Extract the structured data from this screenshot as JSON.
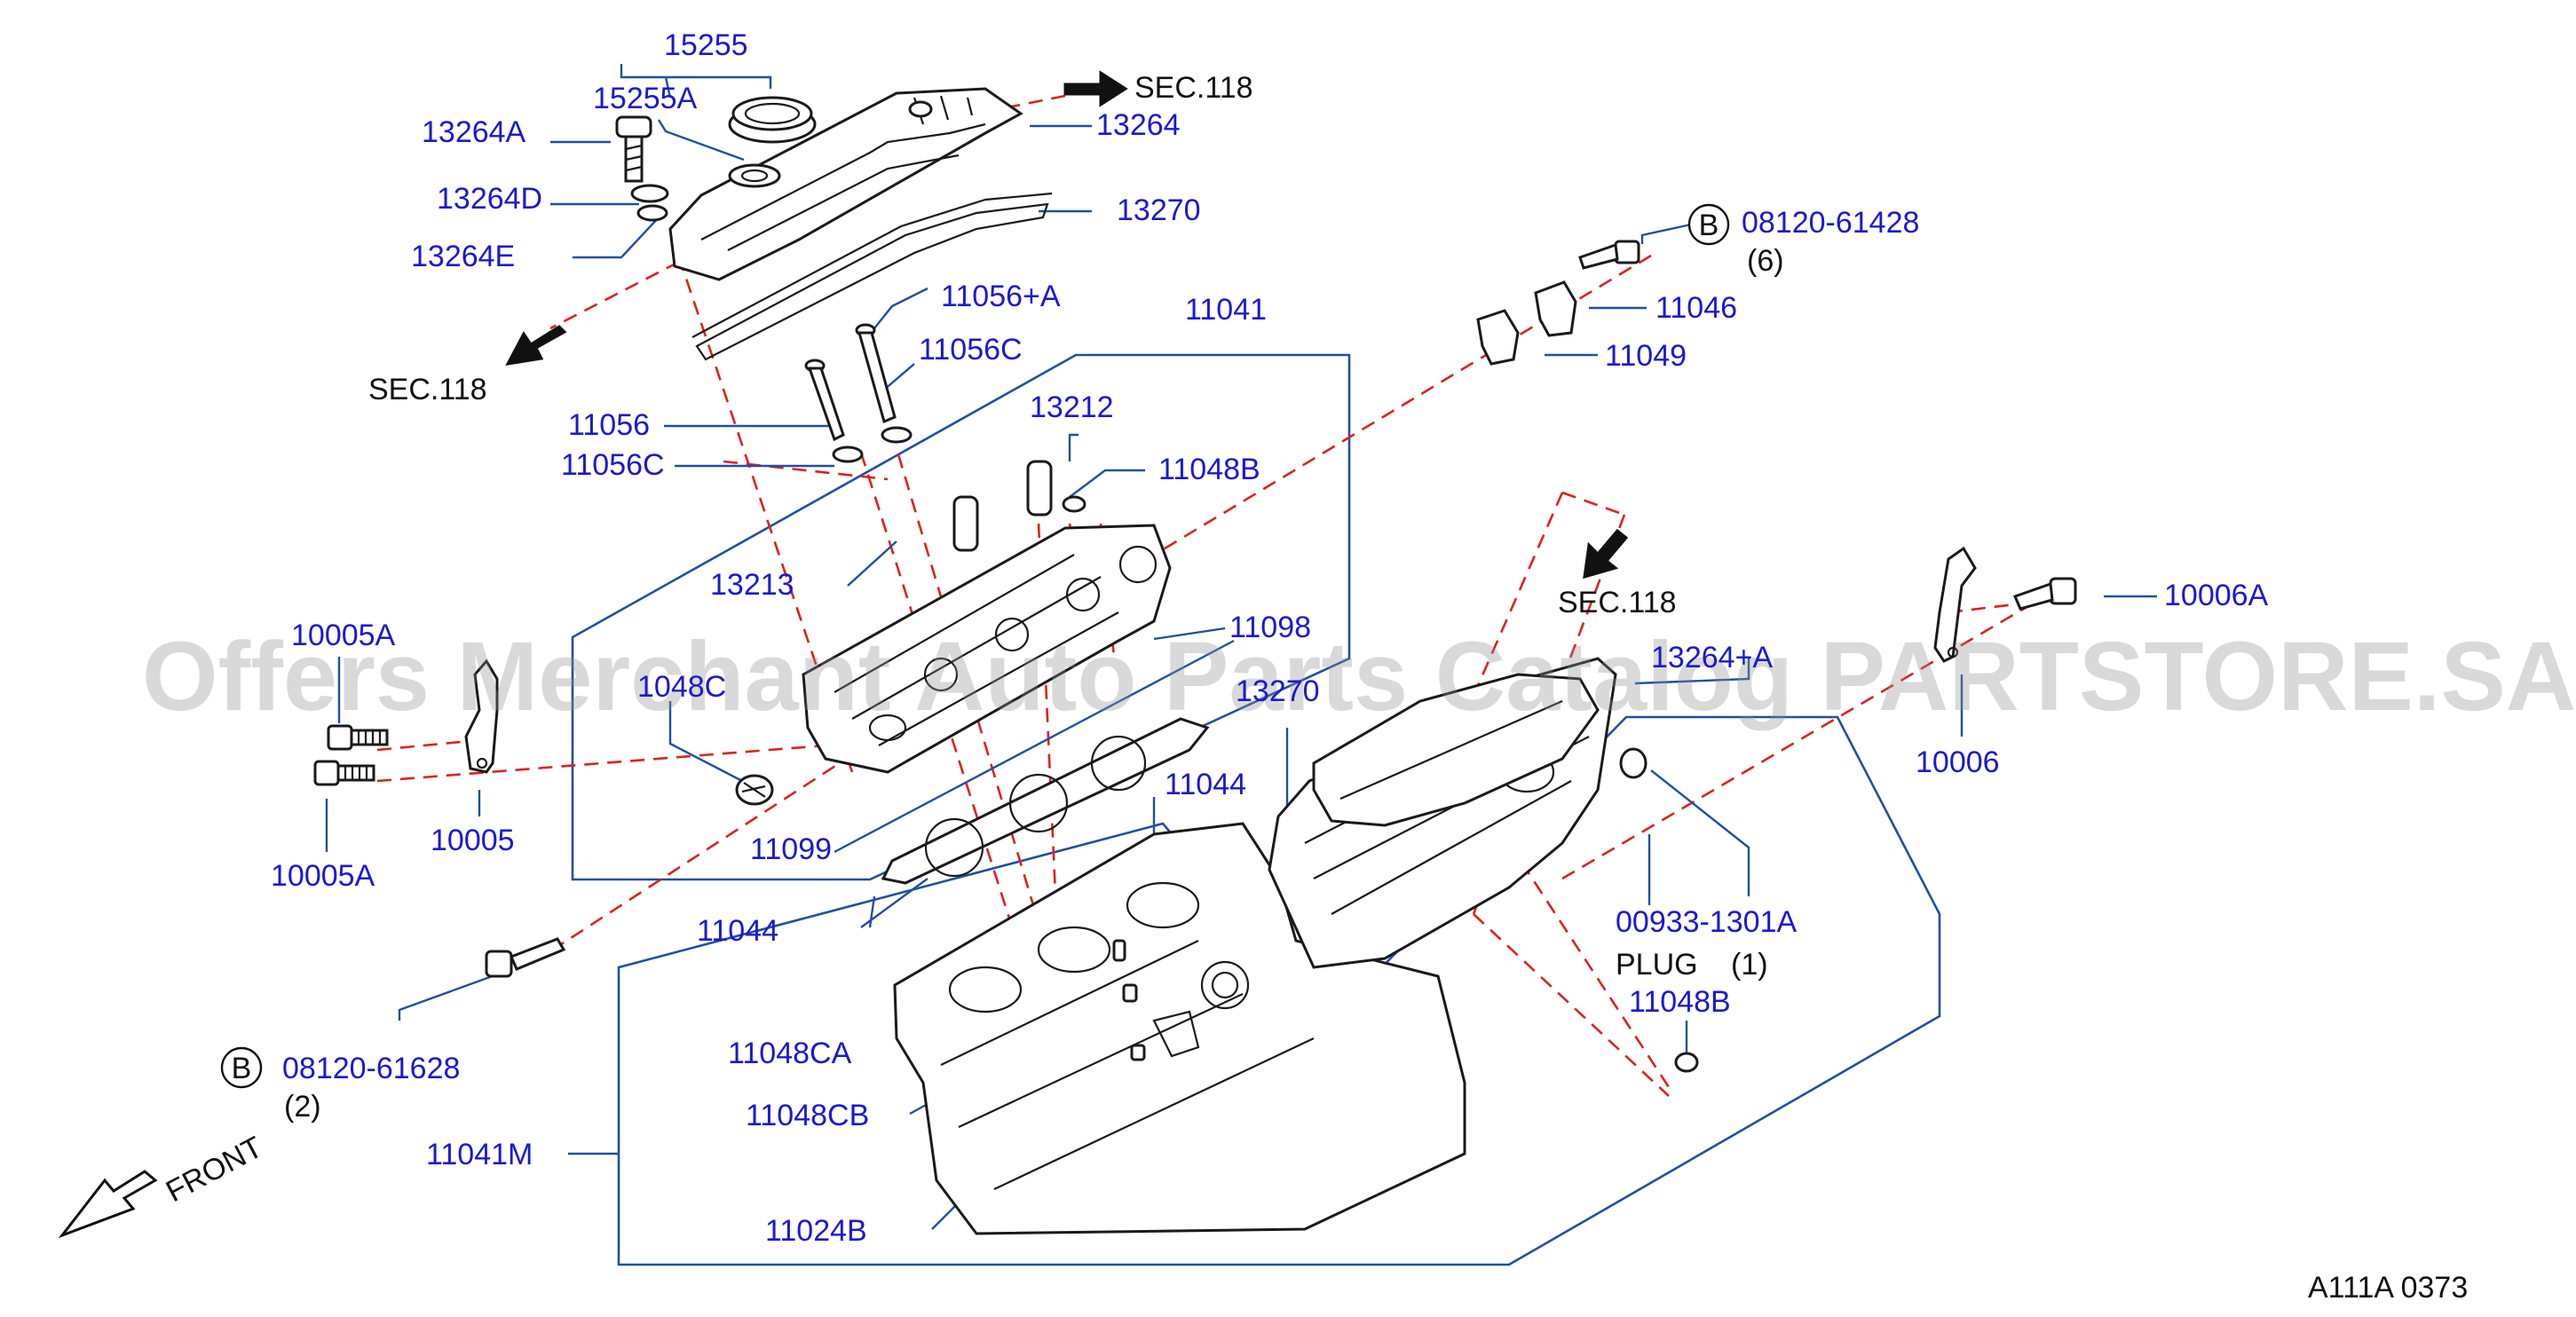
{
  "watermark": "Offers Merchant Auto Parts Catalog PARTSTORE.SA",
  "diagram_code": "A111A  0373",
  "front_label": "FRONT",
  "labels": {
    "p15255": "15255",
    "p15255a": "15255A",
    "p13264a": "13264A",
    "p13264d": "13264D",
    "p13264e": "13264E",
    "p13264": "13264",
    "p13270_top": "13270",
    "sec118_top": "SEC.118",
    "sec118_left": "SEC.118",
    "sec118_mid": "SEC.118",
    "p11056a": "11056+A",
    "p11056c_top": "11056C",
    "p11041": "11041",
    "p11056": "11056",
    "p11056c": "11056C",
    "p13212": "13212",
    "p11048b_top": "11048B",
    "p13213": "13213",
    "p11098": "11098",
    "p10005a_top": "10005A",
    "p1048c": "1048C",
    "p13270_mid": "13270",
    "p11044_mid": "11044",
    "p11099": "11099",
    "p10005": "10005",
    "p10005a_bot": "10005A",
    "p11044_left": "11044",
    "p08120_61428": "08120-61428",
    "qty6": "(6)",
    "p11046": "11046",
    "p11049": "11049",
    "p10006a": "10006A",
    "p13264a_right": "13264+A",
    "p10006": "10006",
    "p00933": "00933-1301A",
    "plug": "PLUG",
    "qty1": "(1)",
    "p11048b_bot": "11048B",
    "p08120_61628": "08120-61628",
    "qty2": "(2)",
    "p11048ca": "11048CA",
    "p11048cb": "11048CB",
    "p11041m": "11041M",
    "p11024b": "11024B",
    "circle_b1": "B",
    "circle_b2": "B"
  }
}
